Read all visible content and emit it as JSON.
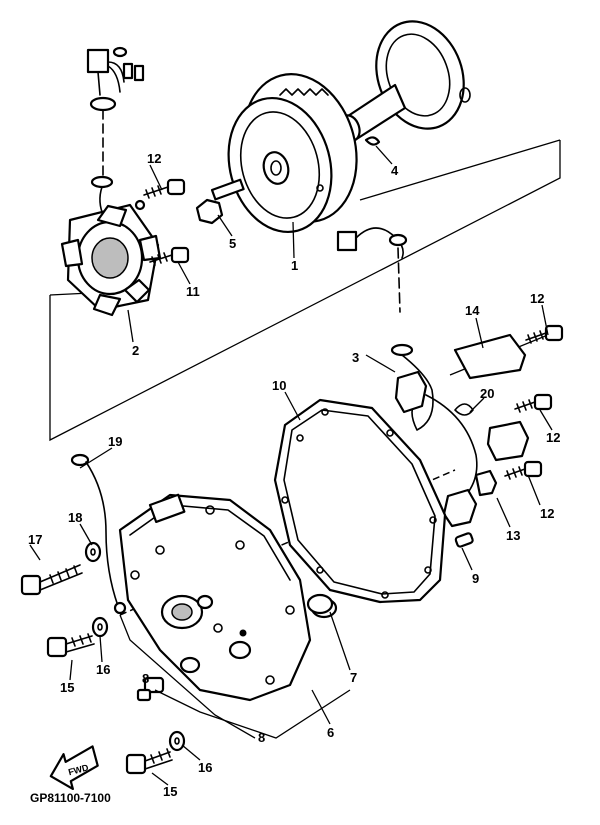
{
  "diagram_code": "GP81100-7100",
  "fwd_label": "FWD",
  "callouts": {
    "c1": "1",
    "c2": "2",
    "c3": "3",
    "c4": "4",
    "c5": "5",
    "c6": "6",
    "c7": "7",
    "c8a": "8",
    "c8b": "8",
    "c9": "9",
    "c10": "10",
    "c11": "11",
    "c12a": "12",
    "c12b": "12",
    "c12c": "12",
    "c12d": "12",
    "c13": "13",
    "c14": "14",
    "c15a": "15",
    "c15b": "15",
    "c16a": "16",
    "c16b": "16",
    "c17": "17",
    "c18": "18",
    "c19": "19",
    "c20": "20"
  }
}
